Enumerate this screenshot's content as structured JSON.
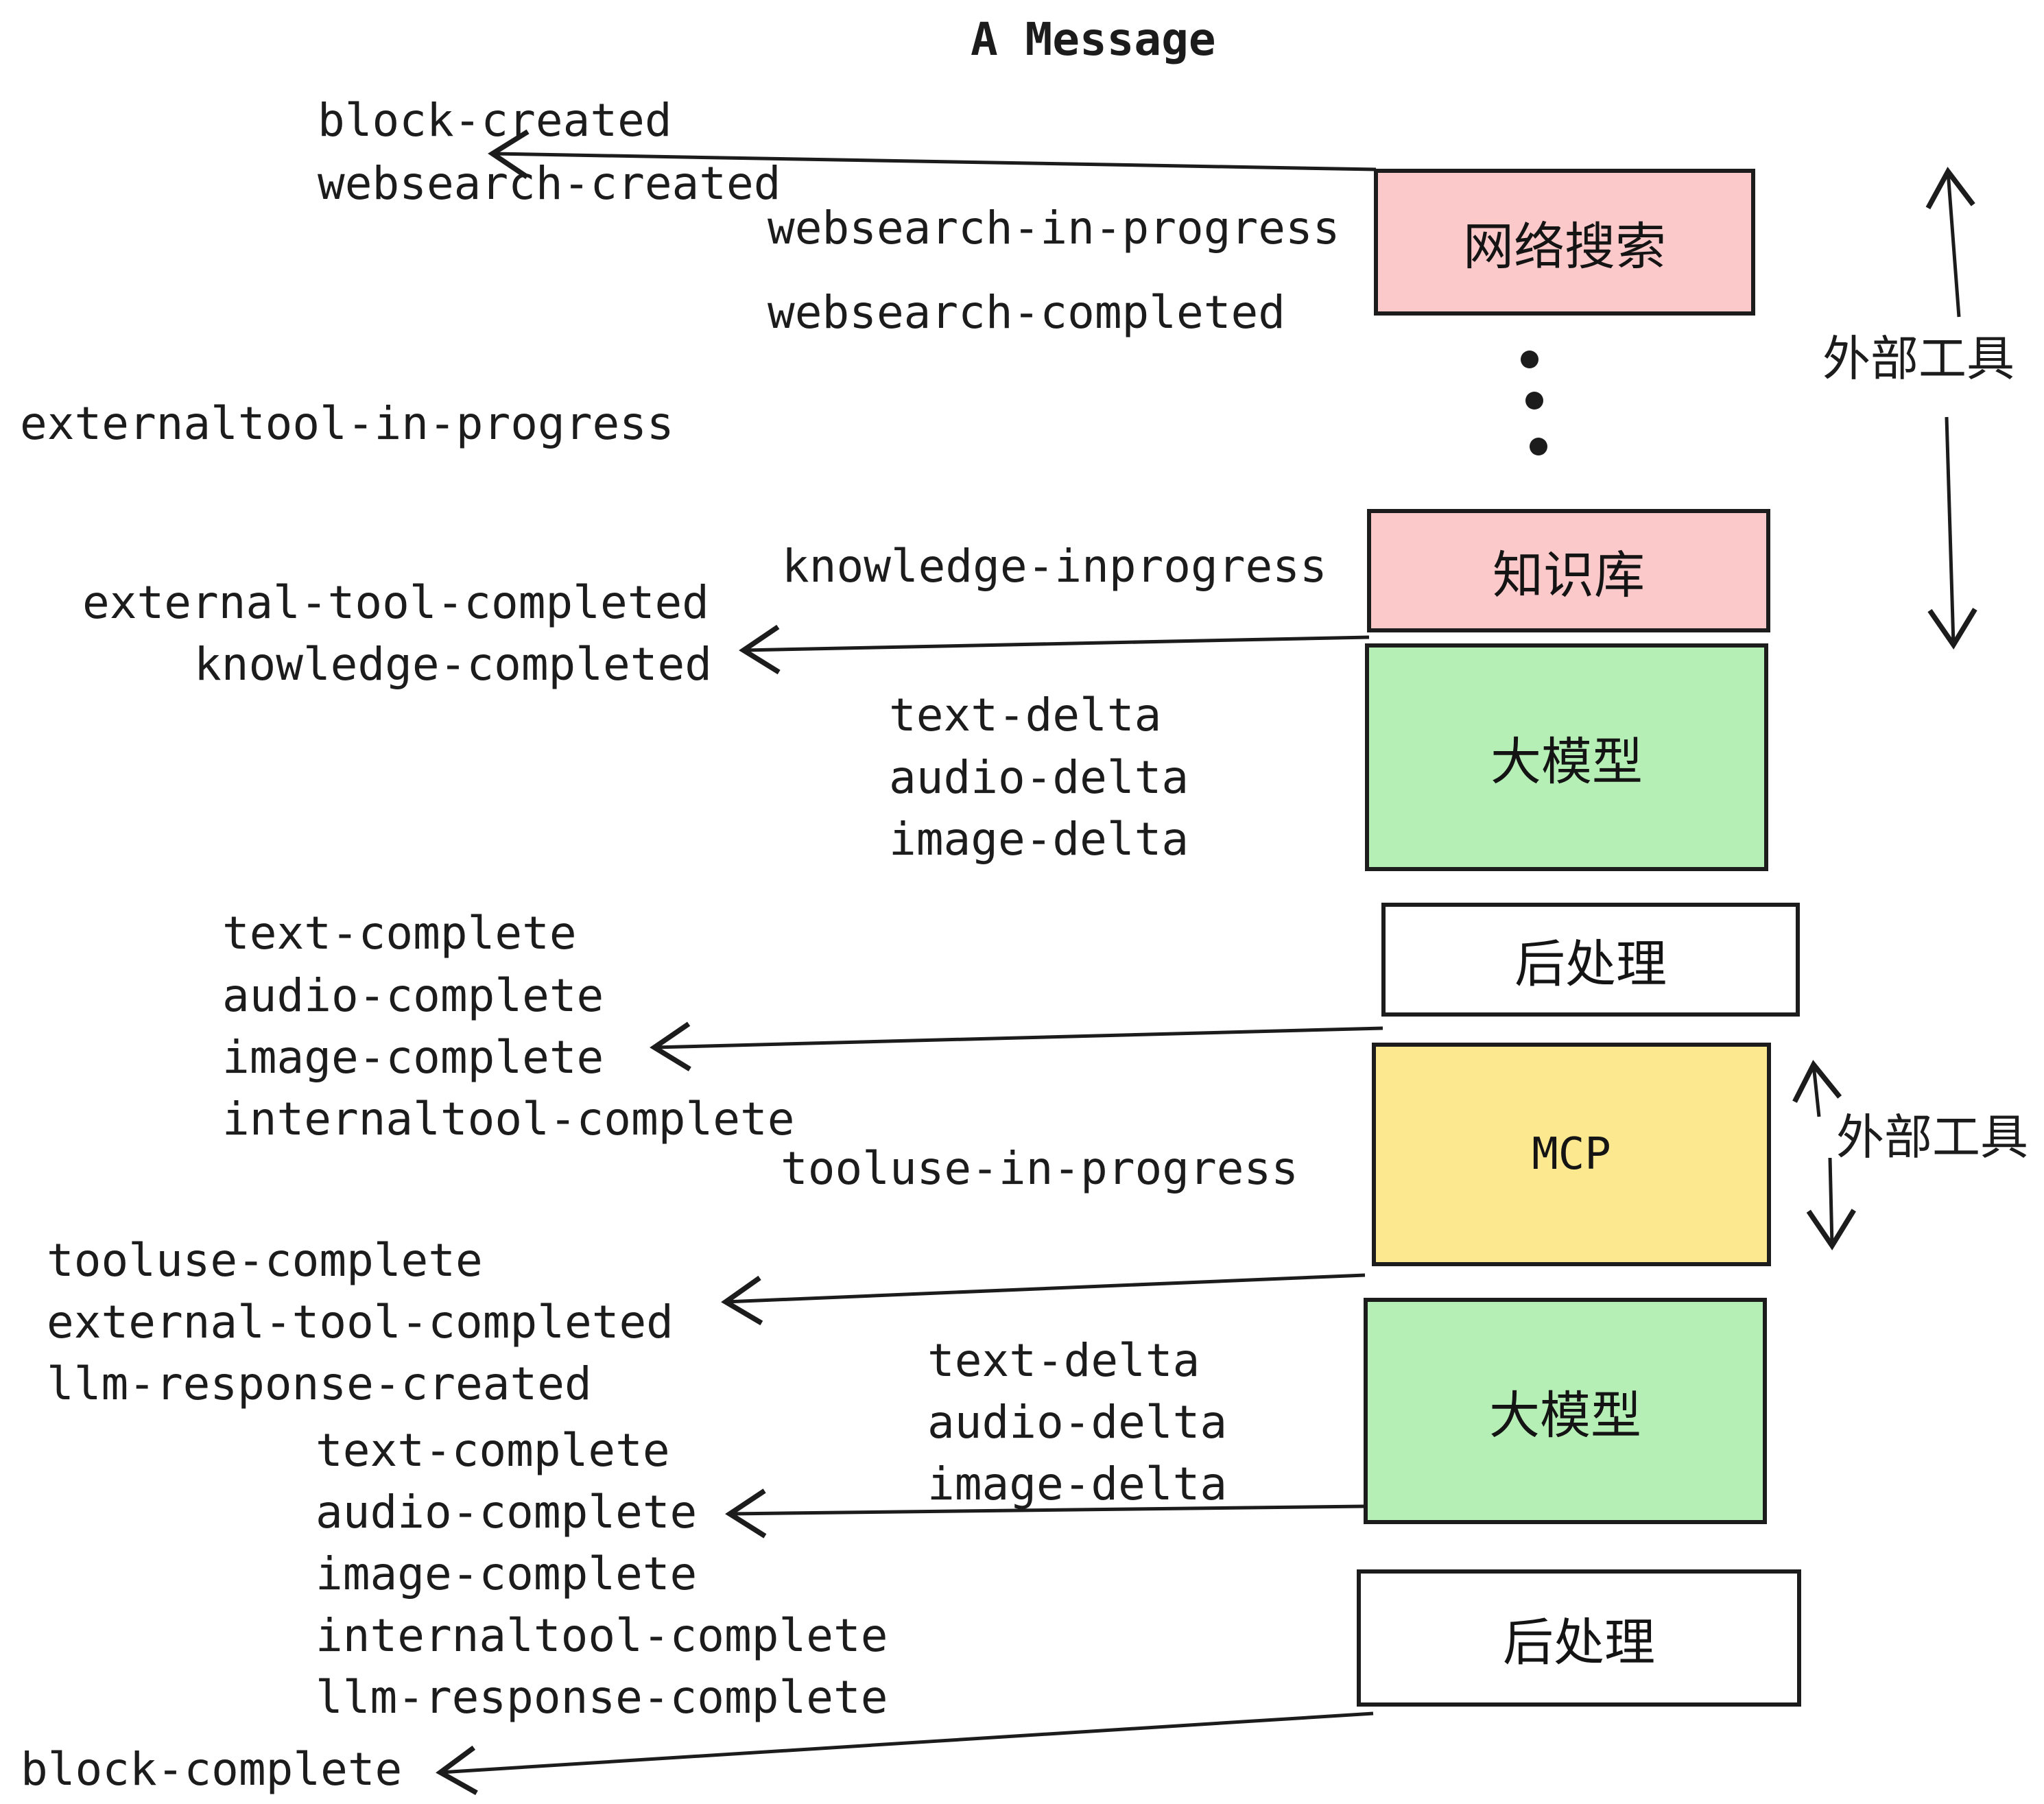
{
  "title": "A Message",
  "labels": {
    "block_created": "block-created",
    "websearch_created": "websearch-created",
    "websearch_in_progress": "websearch-in-progress",
    "websearch_completed": "websearch-completed",
    "externaltool_in_progress": "externaltool-in-progress",
    "knowledge_inprogress": "knowledge-inprogress",
    "external_tool_completed": "external-tool-completed",
    "knowledge_completed": "knowledge-completed",
    "text_delta": "text-delta",
    "audio_delta": "audio-delta",
    "image_delta": "image-delta",
    "text_complete": "text-complete",
    "audio_complete": "audio-complete",
    "image_complete": "image-complete",
    "internaltool_complete": "internaltool-complete",
    "tooluse_in_progress": "tooluse-in-progress",
    "tooluse_complete": "tooluse-complete",
    "llm_response_created": "llm-response-created",
    "llm_response_complete": "llm-response-complete",
    "block_complete": "block-complete"
  },
  "boxes": {
    "websearch": "网络搜索",
    "knowledge": "知识库",
    "llm": "大模型",
    "post_process": "后处理",
    "mcp": "MCP"
  },
  "side_labels": {
    "external_tools": "外部工具"
  },
  "colors": {
    "pink": "#fbc9c9",
    "green": "#b6efb6",
    "yellow": "#fce98f",
    "white": "#ffffff",
    "ink": "#1c1c1c"
  }
}
